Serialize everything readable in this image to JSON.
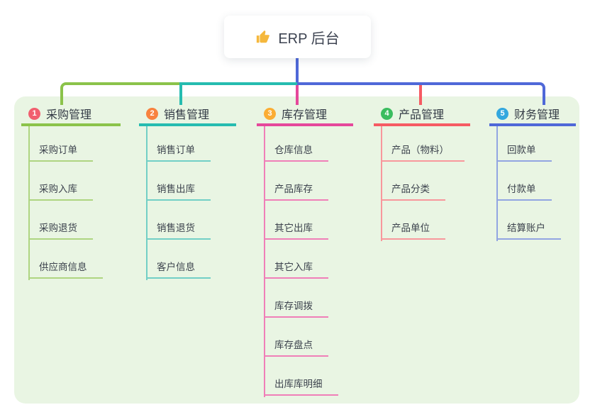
{
  "root": {
    "title": "ERP 后台",
    "icon": "thumbs-up-icon"
  },
  "branches": [
    {
      "number": "1",
      "label": "采购管理",
      "color": "#8bc34a",
      "light_color": "#aed581",
      "badge_color": "#f15f6f",
      "children": [
        "采购订单",
        "采购入库",
        "采购退货",
        "供应商信息"
      ]
    },
    {
      "number": "2",
      "label": "销售管理",
      "color": "#26bcb0",
      "light_color": "#72cfc6",
      "badge_color": "#f8823f",
      "children": [
        "销售订单",
        "销售出库",
        "销售退货",
        "客户信息"
      ]
    },
    {
      "number": "3",
      "label": "库存管理",
      "color": "#e5489b",
      "light_color": "#f07fb8",
      "badge_color": "#fbad33",
      "children": [
        "仓库信息",
        "产品库存",
        "其它出库",
        "其它入库",
        "库存调拨",
        "库存盘点",
        "出库库明细"
      ]
    },
    {
      "number": "4",
      "label": "产品管理",
      "color": "#f65b63",
      "light_color": "#f8979c",
      "badge_color": "#3bbd5f",
      "children": [
        "产品（物料）",
        "产品分类",
        "产品单位"
      ]
    },
    {
      "number": "5",
      "label": "财务管理",
      "color": "#4f68d8",
      "light_color": "#92a5e2",
      "badge_color": "#33a7de",
      "children": [
        "回款单",
        "付款单",
        "结算账户"
      ]
    }
  ],
  "colors": {
    "panel_background": "#e9f5e3",
    "root_connector": "#4f68d8"
  }
}
